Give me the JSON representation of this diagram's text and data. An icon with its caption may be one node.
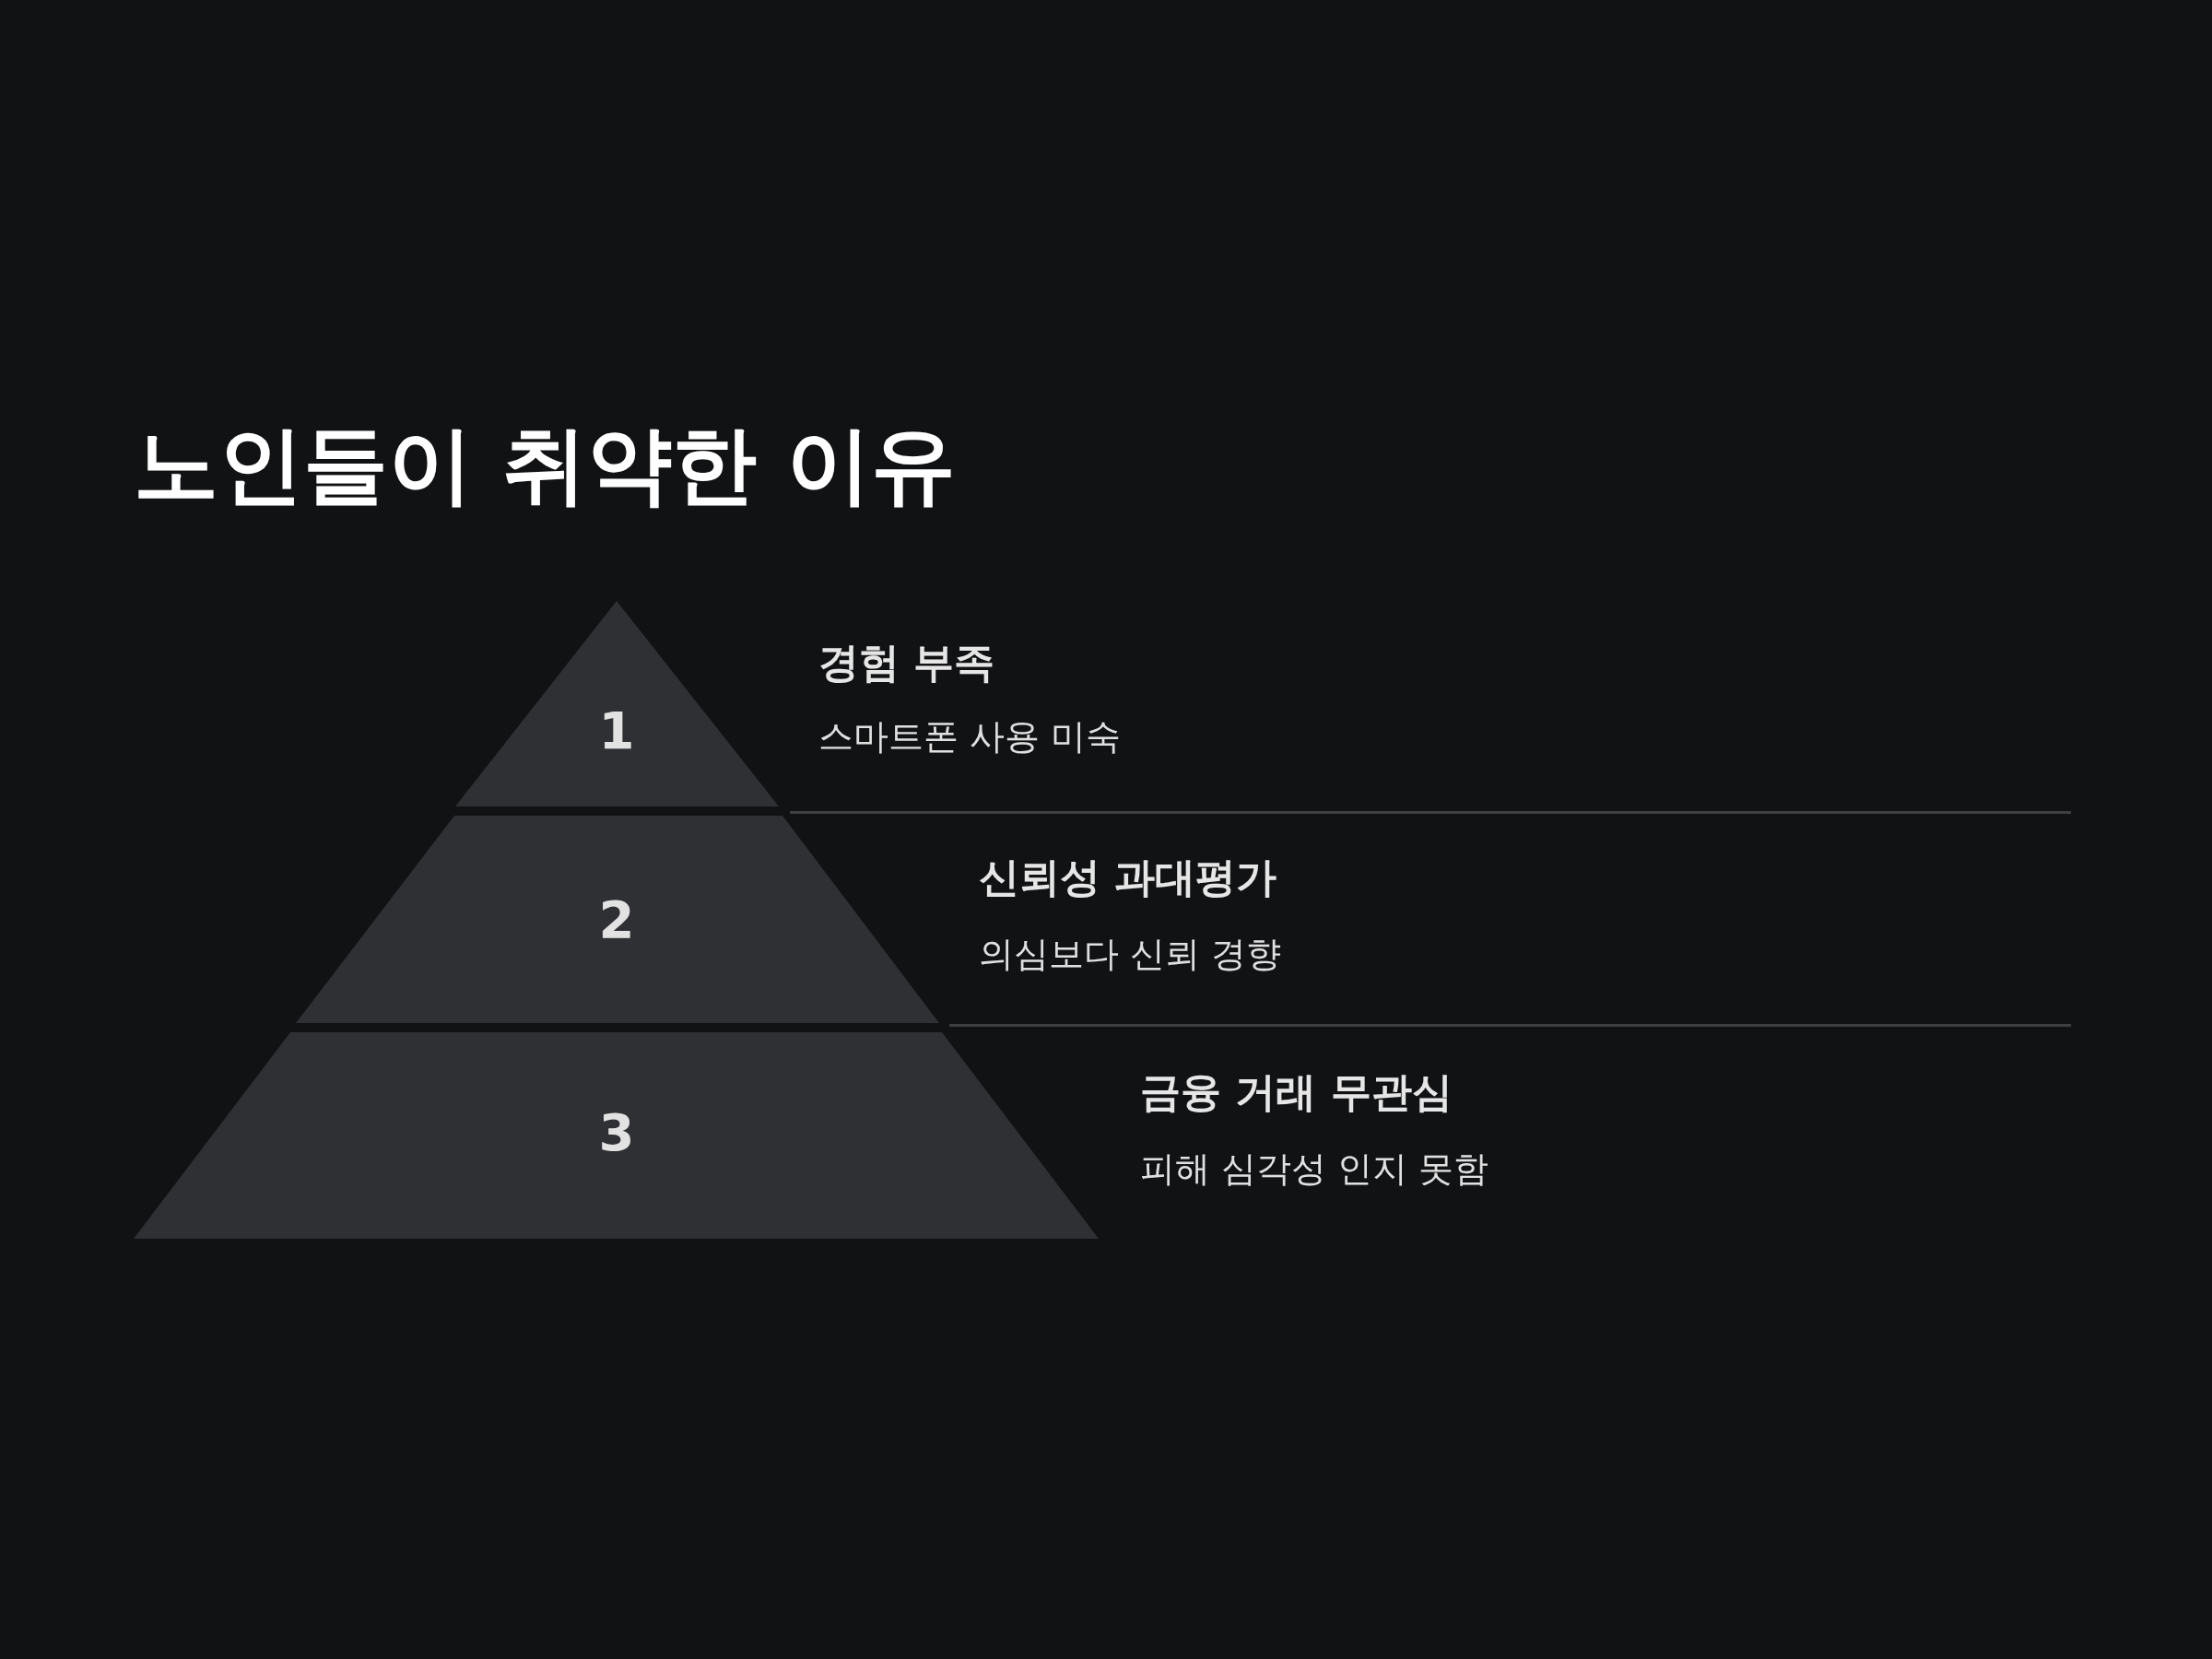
{
  "diagram": {
    "title": "노인들이 취약한 이유",
    "nodes": [
      {
        "text": [
          "1"
        ],
        "beside": [
          "경험 부족",
          "스마트폰 사용 미숙"
        ]
      },
      {
        "text": [
          "2"
        ],
        "beside": [
          "신뢰성 과대평가",
          "의심보다 신뢰 경향"
        ]
      },
      {
        "text": [
          "3"
        ],
        "beside": [
          "금융 거래 무관심",
          "피해 심각성 인지 못함"
        ]
      }
    ]
  }
}
